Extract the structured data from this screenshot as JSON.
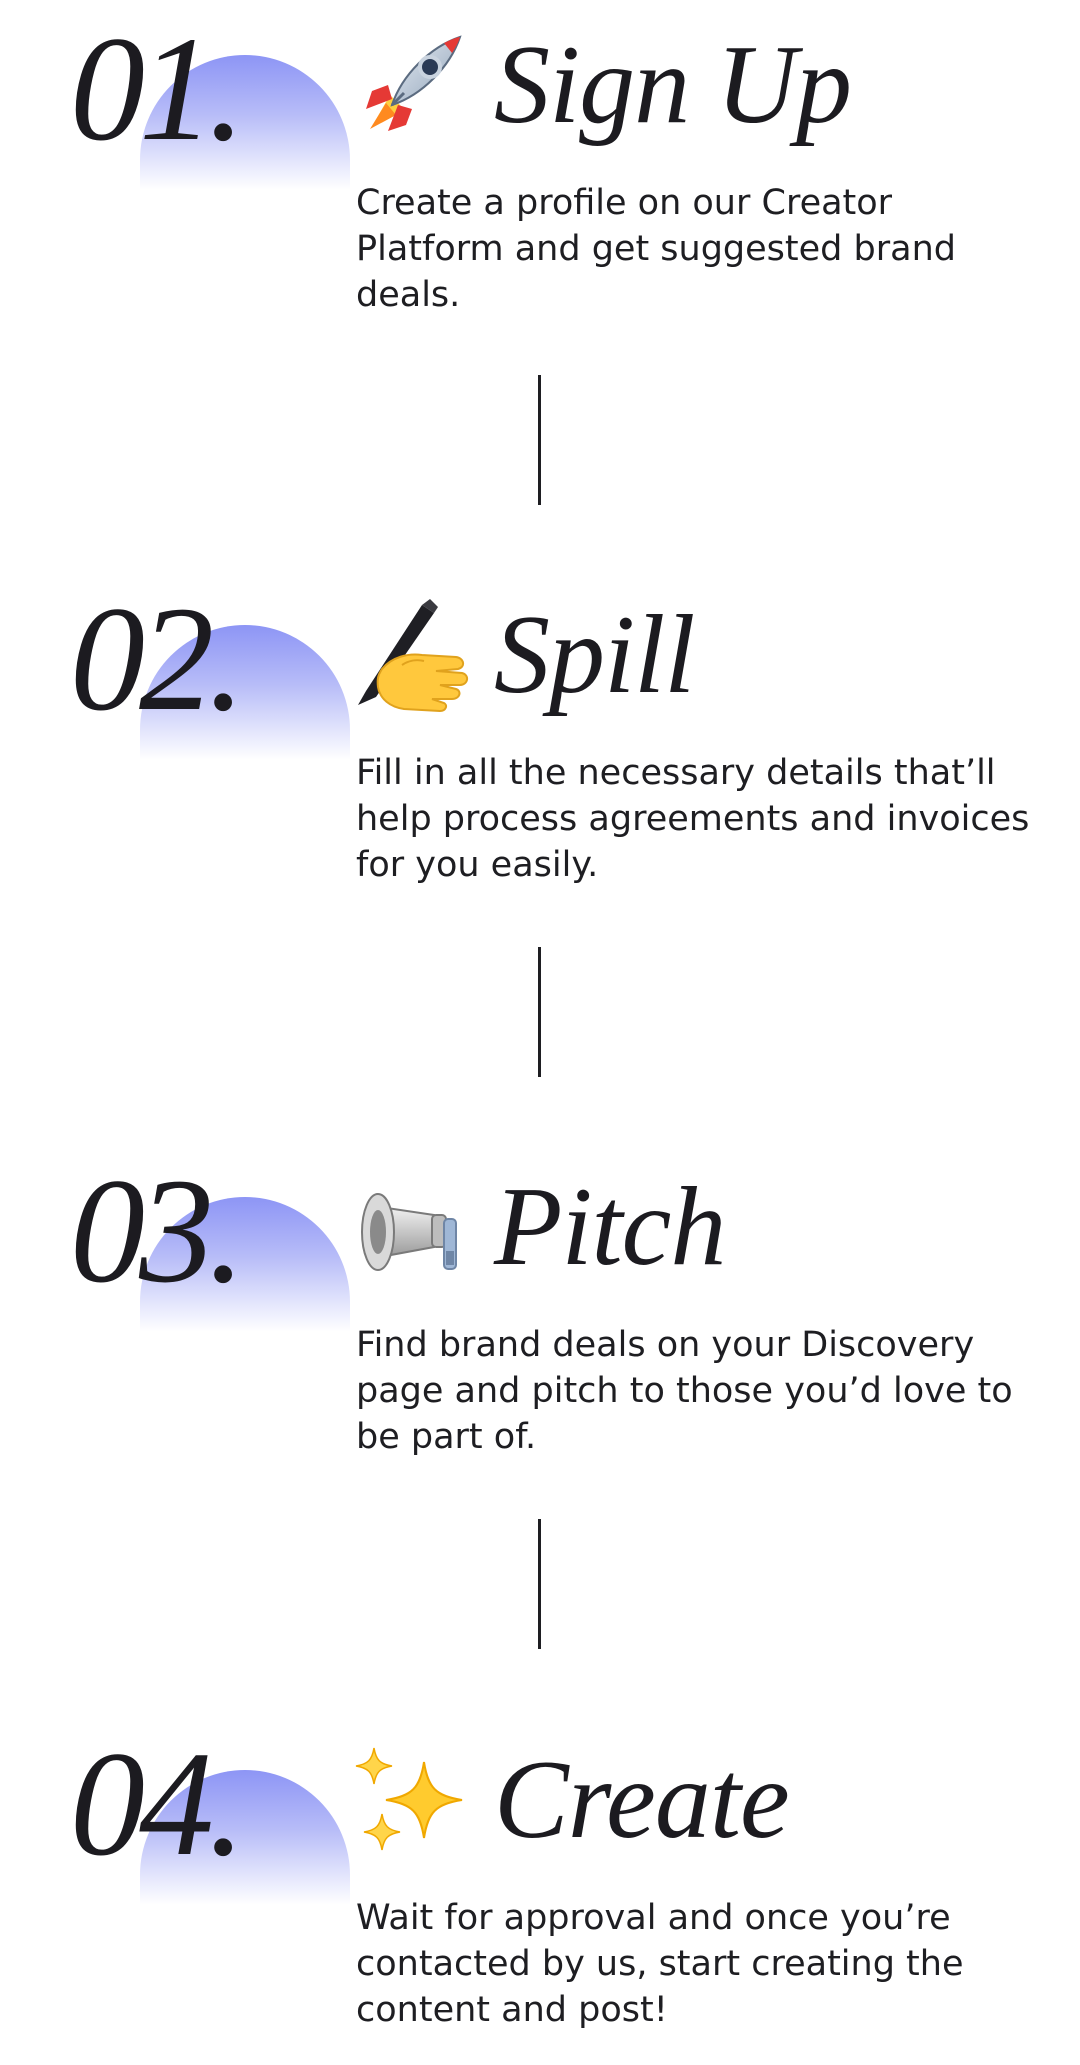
{
  "steps": [
    {
      "number": "01.",
      "icon": "rocket-icon",
      "title": "Sign Up",
      "description": "Create a profile on our Creator Platform and get suggested brand deals."
    },
    {
      "number": "02.",
      "icon": "writing-hand-icon",
      "title": "Spill",
      "description": "Fill in all the necessary details that’ll help process agreements and invoices for you easily."
    },
    {
      "number": "03.",
      "icon": "megaphone-icon",
      "title": "Pitch",
      "description": "Find brand deals on your Discovery page and pitch to those you’d love to be part of."
    },
    {
      "number": "04.",
      "icon": "sparkles-icon",
      "title": "Create",
      "description": "Wait for approval and once you’re contacted by us, start creating the content and post!"
    }
  ],
  "colors": {
    "accent_gradient_top": "#8d95f5",
    "text": "#1c1b20",
    "divider": "#1e1e22"
  }
}
